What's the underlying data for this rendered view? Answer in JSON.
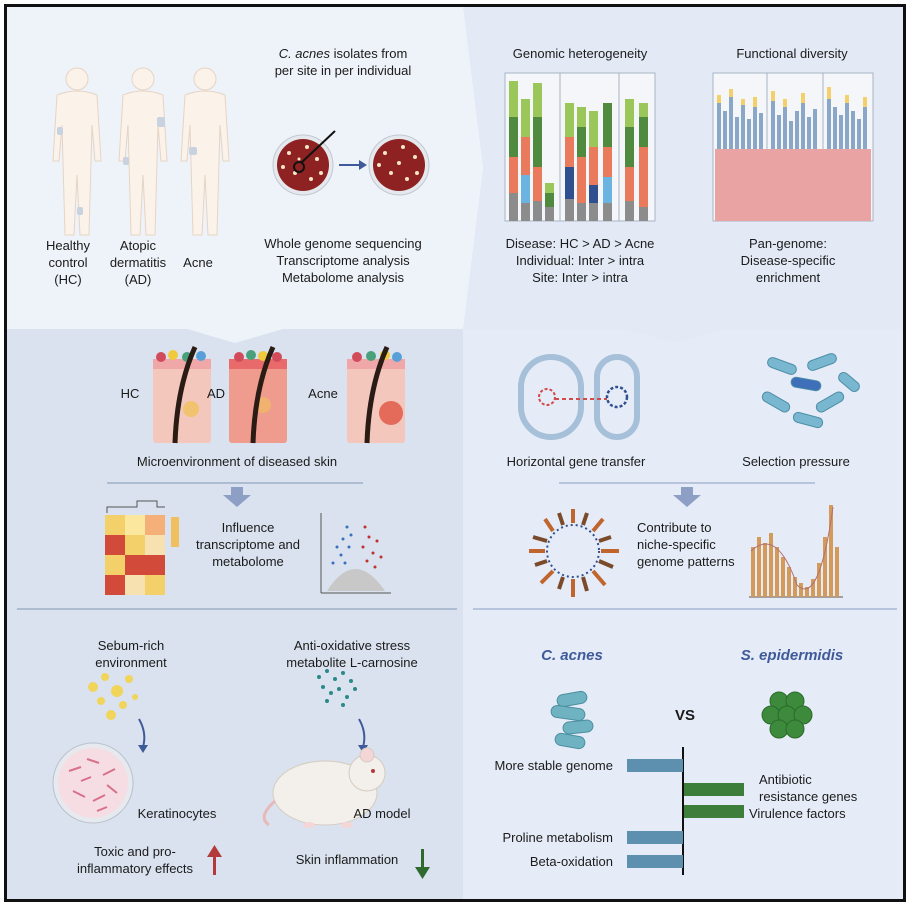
{
  "top_left": {
    "isolates_italic": "C. acnes",
    "isolates_rest_1": " isolates from",
    "isolates_line_2": "per site in per individual",
    "groups": {
      "hc_1": "Healthy",
      "hc_2": "control",
      "hc_3": "(HC)",
      "ad_1": "Atopic",
      "ad_2": "dermatitis",
      "ad_3": "(AD)",
      "acne": "Acne"
    },
    "methods": [
      "Whole genome sequencing",
      "Transcriptome analysis",
      "Metabolome analysis"
    ]
  },
  "top_right": {
    "genomic_title": "Genomic heterogeneity",
    "functional_title": "Functional diversity",
    "genomic_findings": [
      "Disease: HC > AD > Acne",
      "Individual: Inter > intra",
      "Site: Inter > intra"
    ],
    "functional_findings": [
      "Pan-genome:",
      "Disease-specific",
      "enrichment"
    ]
  },
  "bottom_left": {
    "skin_labels": {
      "hc": "HC",
      "ad": "AD",
      "acne": "Acne"
    },
    "microenv": "Microenvironment of diseased skin",
    "influence": [
      "Influence",
      "transcriptome and",
      "metabolome"
    ],
    "sebum": [
      "Sebum-rich",
      "environment"
    ],
    "antiox": [
      "Anti-oxidative stress",
      "metabolite L-carnosine"
    ],
    "keratinocytes": "Keratinocytes",
    "ad_model": "AD model",
    "toxic": [
      "Toxic and pro-",
      "inflammatory effects"
    ],
    "skin_inflammation": "Skin inflammation"
  },
  "bottom_right": {
    "hgt": "Horizontal gene transfer",
    "selection": "Selection pressure",
    "contribute": [
      "Contribute to",
      "niche-specific",
      "genome patterns"
    ],
    "c_acnes": "C. acnes",
    "s_epi": "S. epidermidis",
    "vs": "VS",
    "features": {
      "stable": "More stable genome",
      "antibiotic_1": "Antibiotic",
      "antibiotic_2": "resistance genes",
      "virulence": "Virulence factors",
      "proline": "Proline metabolism",
      "beta": "Beta-oxidation"
    }
  },
  "colors": {
    "c_acnes_bar": "#5d8fae",
    "s_epi_bar": "#3d7f3a",
    "title_blue": "#3f5a9a",
    "up_arrow": "#b33a3a",
    "down_arrow": "#2e6a2e",
    "dish": "#8e2222"
  }
}
